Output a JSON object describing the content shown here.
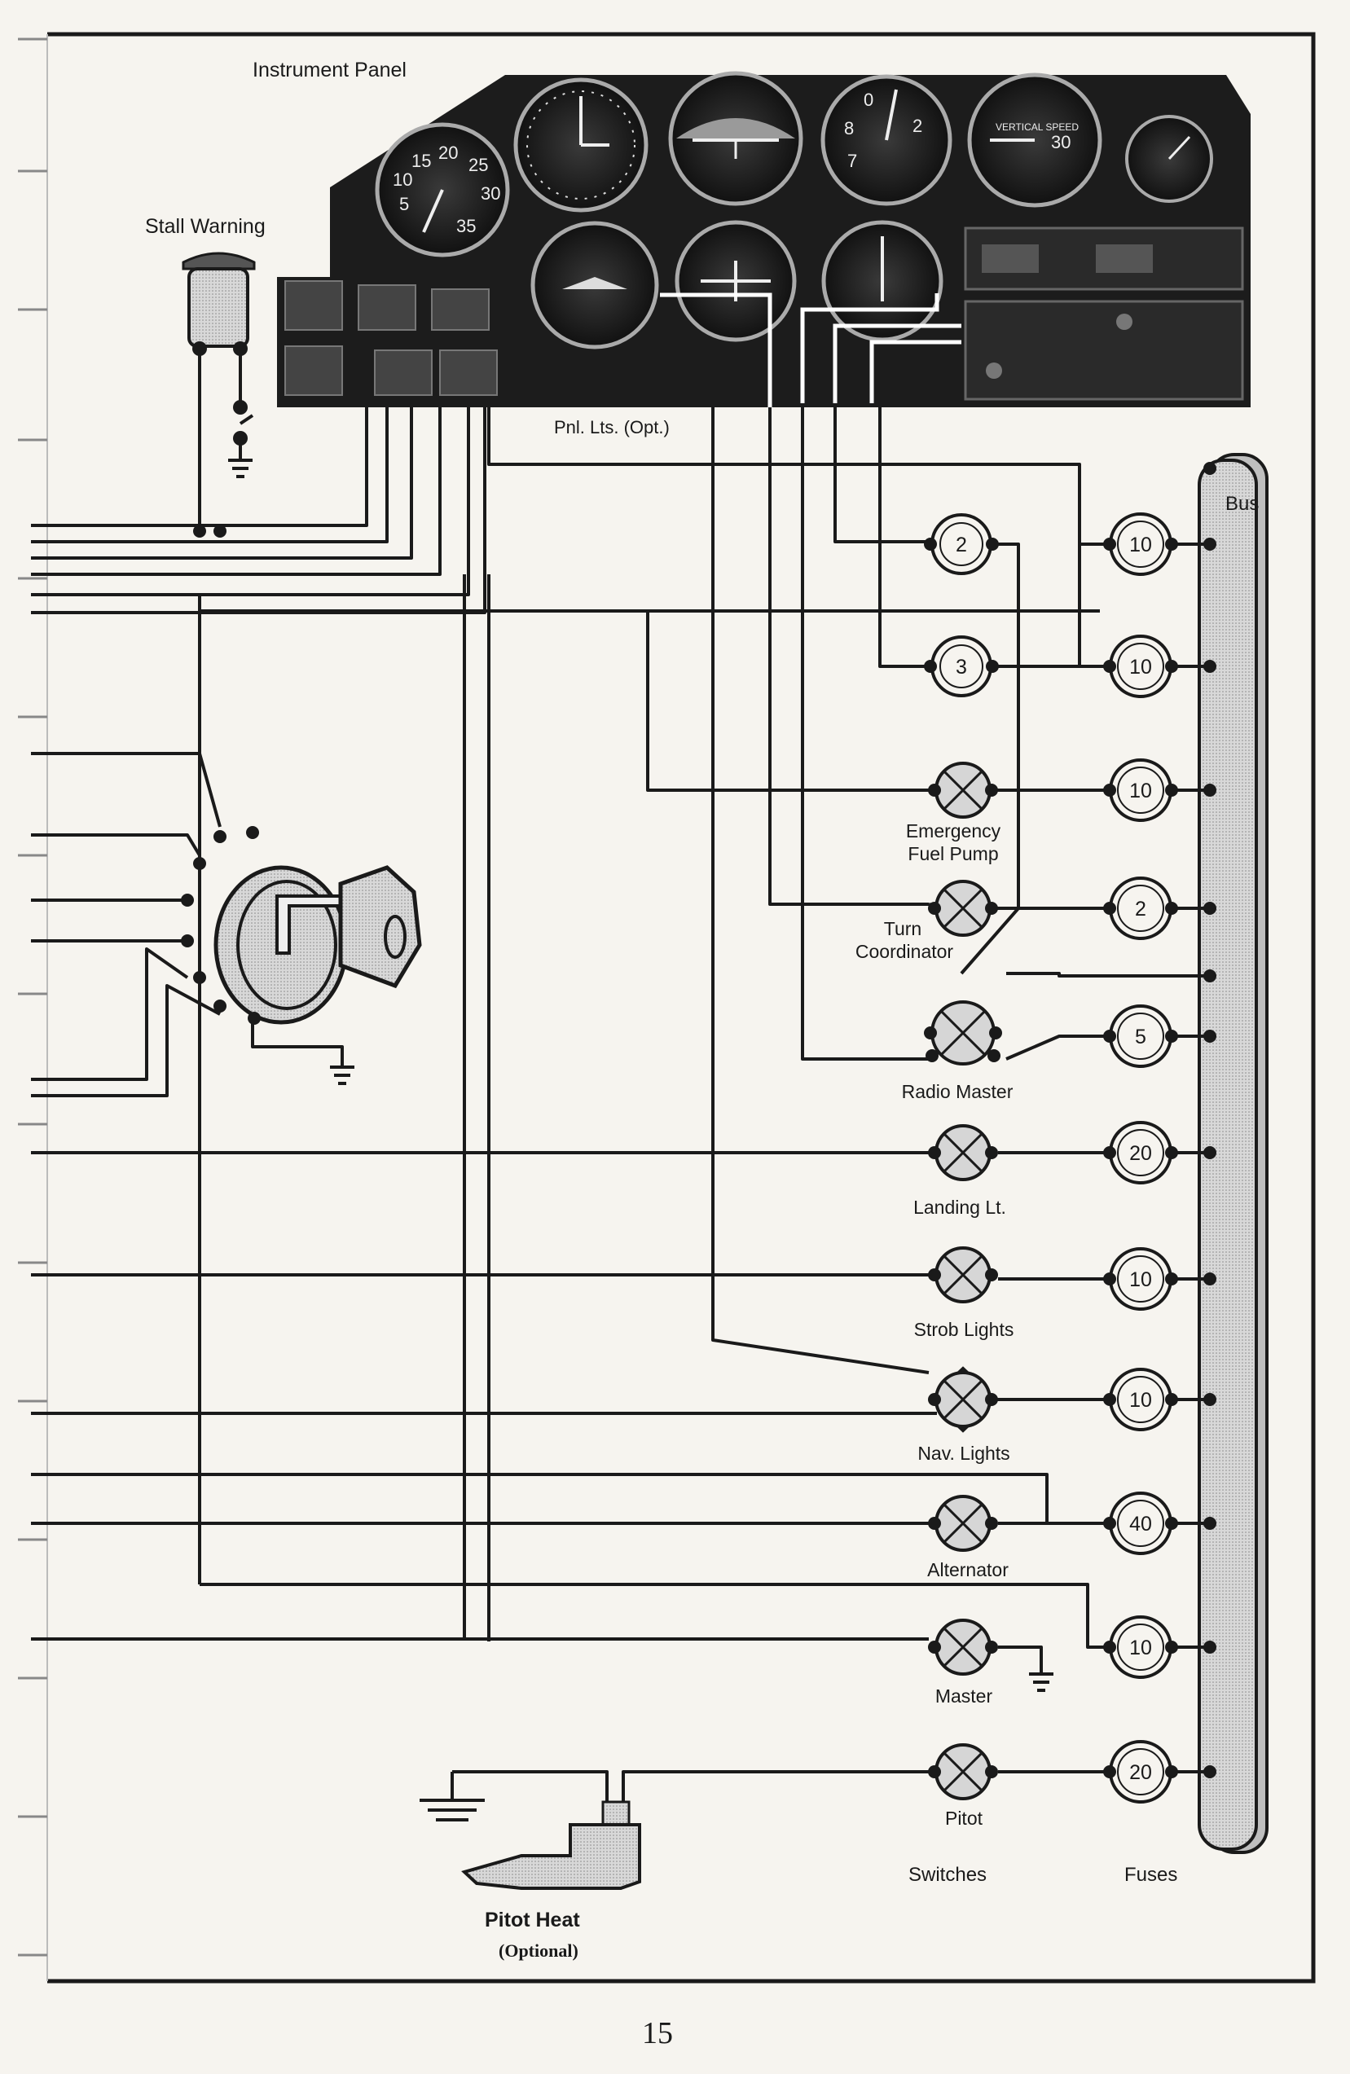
{
  "labels": {
    "instrument_panel": "Instrument Panel",
    "stall_warning": "Stall Warning",
    "panel_lights": "Pnl. Lts. (Opt.)",
    "bus": "Bus",
    "switches_heading": "Switches",
    "fuses_heading": "Fuses",
    "pitot_heat": "Pitot Heat",
    "pitot_heat_optional": "(Optional)",
    "page_number": "15"
  },
  "panel": {
    "readouts": [
      "15",
      "20",
      "25",
      "10",
      "30",
      "5",
      "35",
      "VERTICAL SPEED",
      "2",
      "7",
      "8",
      "0",
      "30"
    ]
  },
  "switches": [
    {
      "id": "emergency-fuel-pump",
      "label_lines": [
        "Emergency",
        "Fuel Pump"
      ]
    },
    {
      "id": "turn-coordinator",
      "label_lines": [
        "Turn",
        "Coordinator"
      ]
    },
    {
      "id": "radio-master",
      "label_lines": [
        "Radio Master"
      ]
    },
    {
      "id": "landing-lt",
      "label_lines": [
        "Landing Lt."
      ]
    },
    {
      "id": "strob-lights",
      "label_lines": [
        "Strob Lights"
      ]
    },
    {
      "id": "nav-lights",
      "label_lines": [
        "Nav. Lights"
      ]
    },
    {
      "id": "alternator",
      "label_lines": [
        "Alternator"
      ]
    },
    {
      "id": "master",
      "label_lines": [
        "Master"
      ]
    },
    {
      "id": "pitot",
      "label_lines": [
        "Pitot"
      ]
    }
  ],
  "breakers": [
    {
      "id": "breaker-2-upper",
      "value": "2"
    },
    {
      "id": "breaker-3",
      "value": "3"
    }
  ],
  "fuses": [
    {
      "id": "fuse-1",
      "value": "10"
    },
    {
      "id": "fuse-2",
      "value": "10"
    },
    {
      "id": "fuse-3",
      "value": "10"
    },
    {
      "id": "fuse-4",
      "value": "2"
    },
    {
      "id": "fuse-5",
      "value": "5"
    },
    {
      "id": "fuse-6",
      "value": "20"
    },
    {
      "id": "fuse-7",
      "value": "10"
    },
    {
      "id": "fuse-8",
      "value": "10"
    },
    {
      "id": "fuse-9",
      "value": "40"
    },
    {
      "id": "fuse-10",
      "value": "10"
    },
    {
      "id": "fuse-11",
      "value": "20"
    }
  ],
  "colors": {
    "ink": "#1a1a1a",
    "paper": "#f6f4ef",
    "panel": "#1c1c1c",
    "bus_fill": "#c9c9c9",
    "component_fill": "#d6d6d6"
  }
}
